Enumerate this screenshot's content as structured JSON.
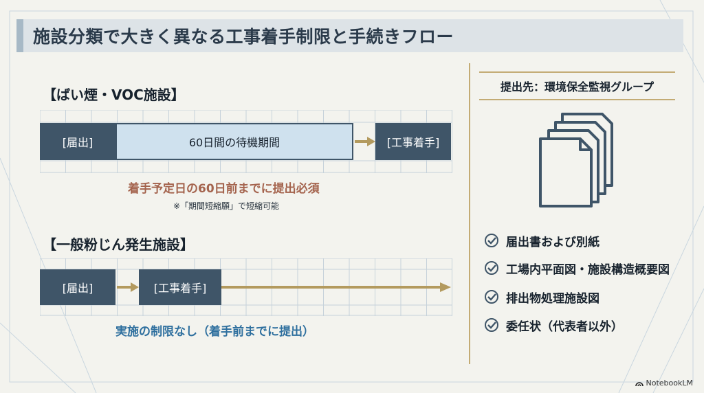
{
  "title": "施設分類で大きく異なる工事着手制限と手続きフロー",
  "section1": {
    "heading": "【ばい煙・VOC施設】",
    "step_notify": "[届出]",
    "waiting": "60日間の待機期間",
    "step_start": "[工事着手]",
    "note_main": "着手予定日の60日前までに提出必須",
    "note_sub": "※「期間短縮願」で短縮可能"
  },
  "section2": {
    "heading": "【一般粉じん発生施設】",
    "step_notify": "[届出]",
    "step_start": "[工事着手]",
    "note_main": "実施の制限なし（着手前までに提出）"
  },
  "submission": {
    "heading": "提出先：環境保全監視グループ",
    "items": [
      "届出書および別紙",
      "工場内平面図・施設構造概要図",
      "排出物処理施設図",
      "委任状（代表者以外）"
    ]
  },
  "icons": {
    "documents": "documents-icon",
    "check": "check-circle-icon"
  },
  "brand": "NotebookLM",
  "colors": {
    "dark_box": "#3f5568",
    "light_box": "#cfe1ee",
    "arrow": "#b39a5e",
    "red_note": "#a4634d",
    "blue_note": "#2e6f9e"
  }
}
